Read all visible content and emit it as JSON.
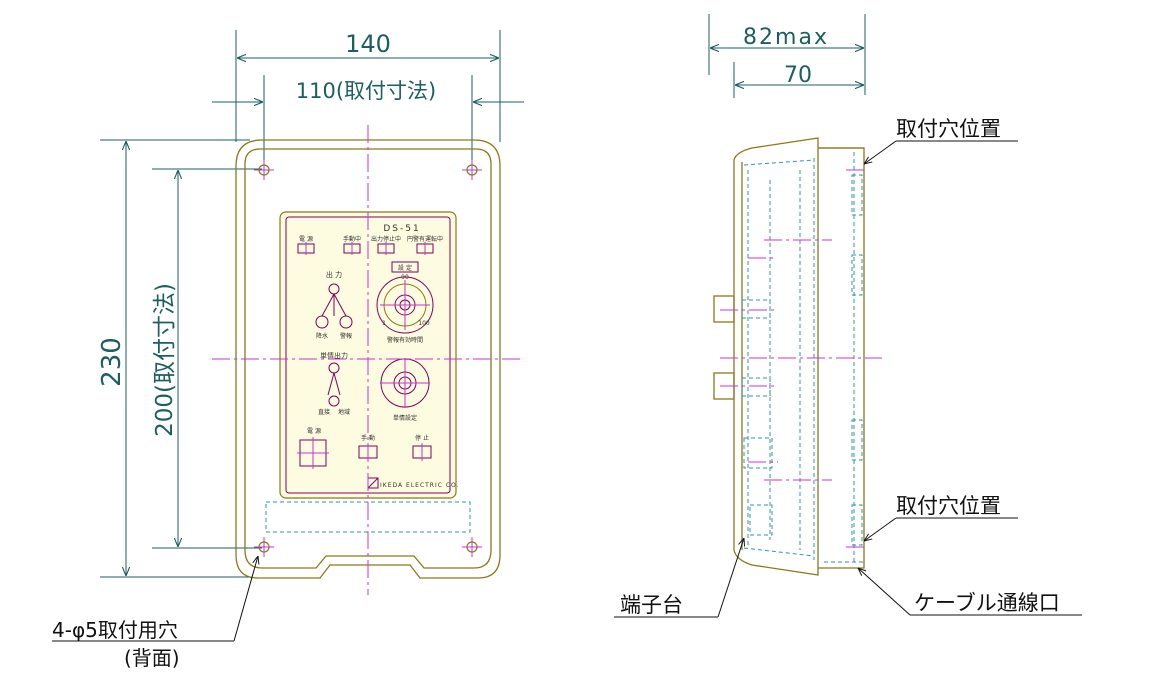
{
  "front_view": {
    "dim_total_width": "140",
    "dim_mount_width": "110(取付寸法)",
    "dim_total_height": "230",
    "dim_mount_height": "200(取付寸法)",
    "hole_note_line1": "4-φ5取付用穴",
    "hole_note_line2": "(背面)",
    "panel": {
      "model": "DS-51",
      "top_labels": [
        "電 源",
        "手動中",
        "出力停止中",
        "円警有運転中"
      ],
      "output_label": "出 力",
      "rain_label": "降水",
      "warn_label": "警報",
      "dial1_label": "警報有効時間",
      "dial1_top": "90",
      "dial1_left": "1",
      "dial1_right": "100",
      "setting_label": "設 定",
      "cmd_output_label": "単情出力",
      "dial2_label": "単情設定",
      "direct_label": "直接",
      "sector_label": "地域",
      "power_label": "電 源",
      "manual_label": "手 動",
      "stop_label": "停 止",
      "maker": "IKEDA ELECTRIC CO."
    }
  },
  "side_view": {
    "dim_max_depth": "82max",
    "dim_depth": "70",
    "hole_position_upper": "取付穴位置",
    "hole_position_lower": "取付穴位置",
    "terminal_block": "端子台",
    "cable_entry": "ケーブル通線口"
  },
  "colors": {
    "outline": "#8a7a1a",
    "center_line": "#cc33cc",
    "hidden_line": "#2a9aa6",
    "dimension": "#1c5f5f",
    "panel_frame": "#800060",
    "panel_fill": "#fdfbe0"
  }
}
